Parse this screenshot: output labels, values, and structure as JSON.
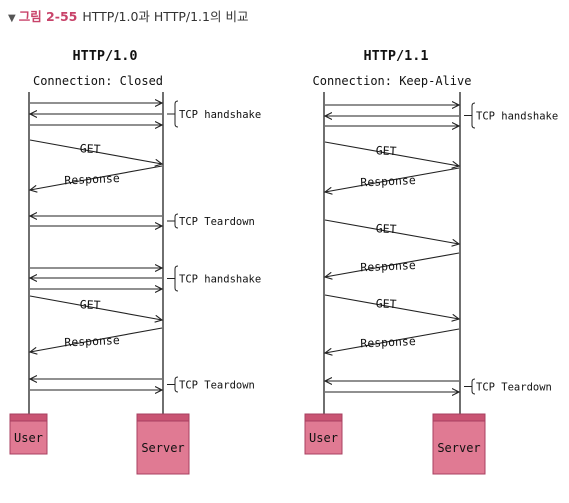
{
  "caption": {
    "marker": "▼",
    "figure": "그림 2-55",
    "text": "HTTP/1.0과 HTTP/1.1의 비교"
  },
  "panels": [
    {
      "title": "HTTP/1.0",
      "connection": "Connection: Closed",
      "user_label": "User",
      "server_label": "Server",
      "notes": [
        {
          "label": "TCP handshake",
          "rows": [
            0,
            1,
            2
          ]
        },
        {
          "label": "TCP Teardown",
          "rows": [
            5,
            6
          ]
        },
        {
          "label": "TCP handshake",
          "rows": [
            7,
            8,
            9
          ]
        },
        {
          "label": "TCP Teardown",
          "rows": [
            12,
            13
          ]
        }
      ],
      "messages": [
        {
          "dir": "right",
          "kind": "straight",
          "label": ""
        },
        {
          "dir": "left",
          "kind": "straight",
          "label": ""
        },
        {
          "dir": "right",
          "kind": "straight",
          "label": ""
        },
        {
          "dir": "right",
          "kind": "slant",
          "label": "GET"
        },
        {
          "dir": "left",
          "kind": "slant",
          "label": "Response"
        },
        {
          "dir": "left",
          "kind": "straight",
          "label": ""
        },
        {
          "dir": "right",
          "kind": "straight",
          "label": ""
        },
        {
          "dir": "right",
          "kind": "straight",
          "label": ""
        },
        {
          "dir": "left",
          "kind": "straight",
          "label": ""
        },
        {
          "dir": "right",
          "kind": "straight",
          "label": ""
        },
        {
          "dir": "right",
          "kind": "slant",
          "label": "GET"
        },
        {
          "dir": "left",
          "kind": "slant",
          "label": "Response"
        },
        {
          "dir": "left",
          "kind": "straight",
          "label": ""
        },
        {
          "dir": "right",
          "kind": "straight",
          "label": ""
        }
      ]
    },
    {
      "title": "HTTP/1.1",
      "connection": "Connection: Keep-Alive",
      "user_label": "User",
      "server_label": "Server",
      "notes": [
        {
          "label": "TCP handshake",
          "rows": [
            0,
            1,
            2
          ]
        },
        {
          "label": "TCP Teardown",
          "rows": [
            9,
            10
          ]
        }
      ],
      "messages": [
        {
          "dir": "right",
          "kind": "straight",
          "label": ""
        },
        {
          "dir": "left",
          "kind": "straight",
          "label": ""
        },
        {
          "dir": "right",
          "kind": "straight",
          "label": ""
        },
        {
          "dir": "right",
          "kind": "slant",
          "label": "GET"
        },
        {
          "dir": "left",
          "kind": "slant",
          "label": "Response"
        },
        {
          "dir": "right",
          "kind": "slant",
          "label": "GET"
        },
        {
          "dir": "left",
          "kind": "slant",
          "label": "Response"
        },
        {
          "dir": "right",
          "kind": "slant",
          "label": "GET"
        },
        {
          "dir": "left",
          "kind": "slant",
          "label": "Response"
        },
        {
          "dir": "left",
          "kind": "straight",
          "label": ""
        },
        {
          "dir": "right",
          "kind": "straight",
          "label": ""
        }
      ]
    }
  ],
  "colors": {
    "box_fill": "#e07a93",
    "box_top": "#c95473",
    "box_stroke": "#a84060",
    "line": "#222222",
    "accent": "#c8436a"
  }
}
